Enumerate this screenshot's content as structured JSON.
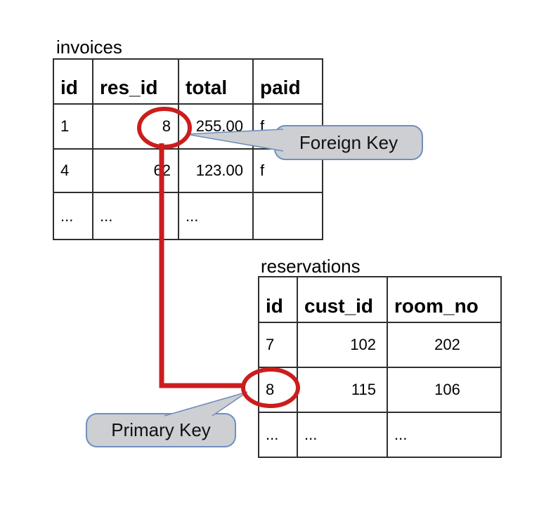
{
  "diagram": {
    "background": "#ffffff",
    "accent_red": "#cc1d1d",
    "callout_fill": "#cdcfd2",
    "callout_border": "#6f8fbf",
    "table_border": "#2f2f2f"
  },
  "invoices": {
    "title": "invoices",
    "headers": [
      "id",
      "res_id",
      "total",
      "paid"
    ],
    "rows": [
      [
        "1",
        "8",
        "255.00",
        "f"
      ],
      [
        "4",
        "62",
        "123.00",
        "f"
      ],
      [
        "...",
        "...",
        "...",
        ""
      ]
    ],
    "circled_column": "res_id",
    "circled_value": "8"
  },
  "reservations": {
    "title": "reservations",
    "headers": [
      "id",
      "cust_id",
      "room_no"
    ],
    "rows": [
      [
        "7",
        "102",
        "202"
      ],
      [
        "8",
        "115",
        "106"
      ],
      [
        "...",
        "...",
        "..."
      ]
    ],
    "circled_column": "id",
    "circled_value": "8"
  },
  "callouts": {
    "foreign_key": "Foreign Key",
    "primary_key": "Primary Key"
  }
}
